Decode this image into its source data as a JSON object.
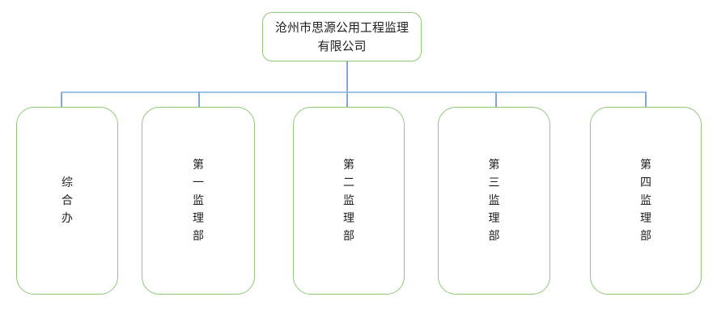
{
  "org_chart": {
    "root": {
      "name": "沧州市思源公用工程监理有限公司",
      "lines": [
        "沧州市思源公用工程监理",
        "有限公司"
      ]
    },
    "departments": [
      {
        "label": "综合办"
      },
      {
        "label": "第一监理部"
      },
      {
        "label": "第二监理部"
      },
      {
        "label": "第三监理部"
      },
      {
        "label": "第四监理部"
      }
    ]
  },
  "colors": {
    "box_border": "#8fc778",
    "connector_h": "#9dc3e6",
    "connector_v": "#7fa9d9",
    "text_color": "#1f1f1f",
    "box_fill": "#ffffff"
  }
}
